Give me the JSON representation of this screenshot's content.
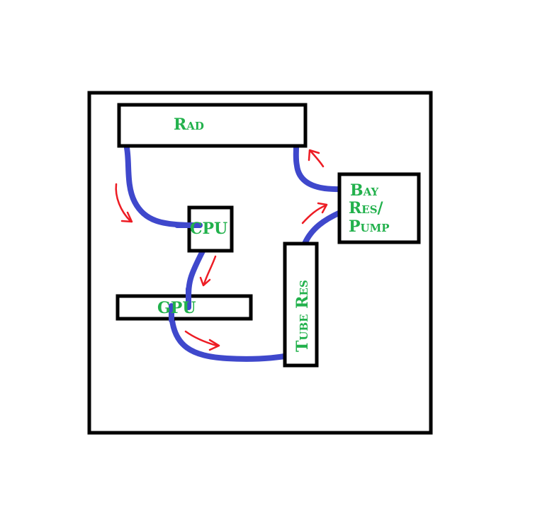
{
  "diagram": {
    "components": {
      "rad": "Rad",
      "cpu": "CPU",
      "gpu": "GPU",
      "tube_res": "Tube Res",
      "bay_res_pump": [
        "Bay",
        "Res/",
        "Pump"
      ]
    },
    "colors": {
      "outline": "#000000",
      "label": "#22b14c",
      "tubing": "#3f48cc",
      "flow_arrow": "#ed1c24"
    }
  }
}
